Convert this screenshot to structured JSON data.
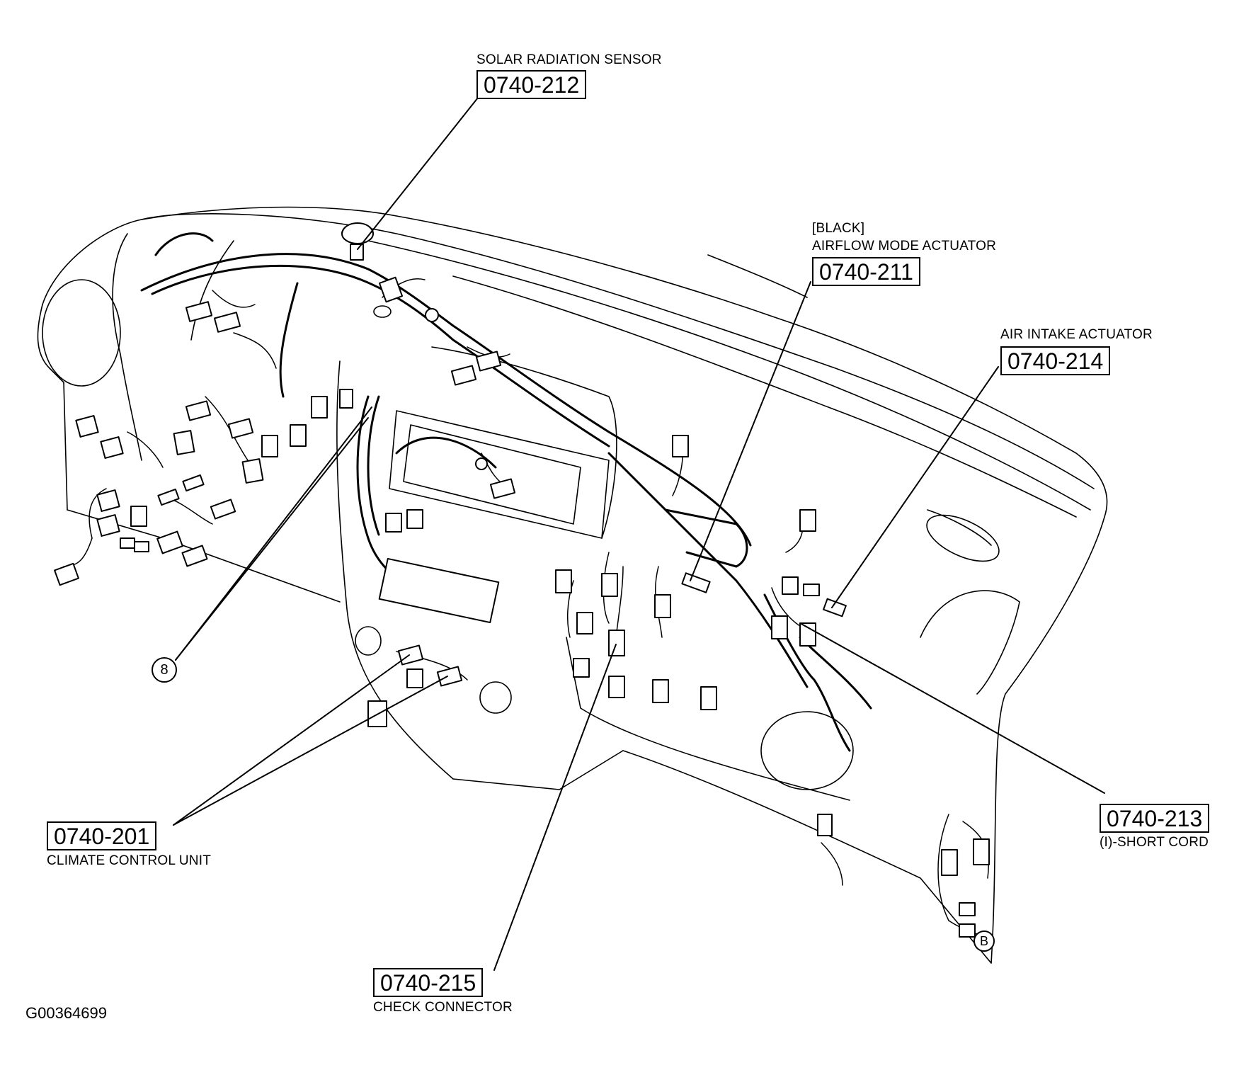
{
  "figure_id": "G00364699",
  "callouts": {
    "solar_radiation_sensor": {
      "label": "SOLAR RADIATION SENSOR",
      "code": "0740-212"
    },
    "airflow_mode_actuator": {
      "note": "[BLACK]",
      "label": "AIRFLOW MODE ACTUATOR",
      "code": "0740-211"
    },
    "air_intake_actuator": {
      "label": "AIR INTAKE ACTUATOR",
      "code": "0740-214"
    },
    "climate_control_unit": {
      "label": "CLIMATE CONTROL UNIT",
      "code": "0740-201"
    },
    "short_cord": {
      "label": "(I)-SHORT CORD",
      "code": "0740-213"
    },
    "check_connector": {
      "label": "CHECK CONNECTOR",
      "code": "0740-215"
    }
  },
  "markers": {
    "ground_8": "8",
    "ground_b": "B"
  }
}
